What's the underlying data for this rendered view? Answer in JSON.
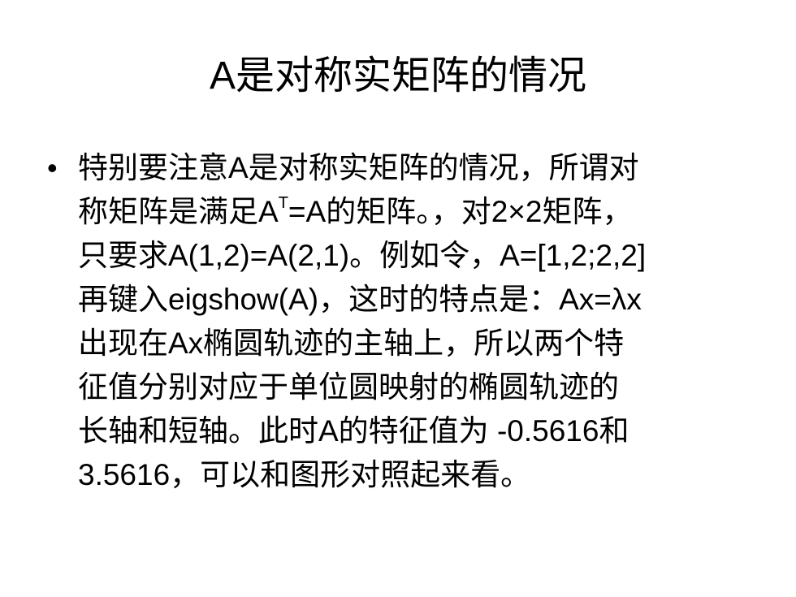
{
  "slide": {
    "title": "A是对称实矩阵的情况",
    "bullet_symbol": "•",
    "lines": {
      "l1": "特别要注意A是对称实矩阵的情况，所谓对",
      "l2_pre": "称矩阵是满足A",
      "l2_sup": "T",
      "l2_post": "=A的矩阵。，对2×2矩阵，",
      "l3": "只要求A(1,2)=A(2,1)。例如令，A=[1,2;2,2]",
      "l4": "再键入eigshow(A)，这时的特点是：Ax=λx",
      "l5": "出现在Ax椭圆轨迹的主轴上，所以两个特",
      "l6": "征值分别对应于单位圆映射的椭圆轨迹的",
      "l7": "长轴和短轴。此时A的特征值为 -0.5616和",
      "l8": "3.5616，可以和图形对照起来看。"
    }
  }
}
